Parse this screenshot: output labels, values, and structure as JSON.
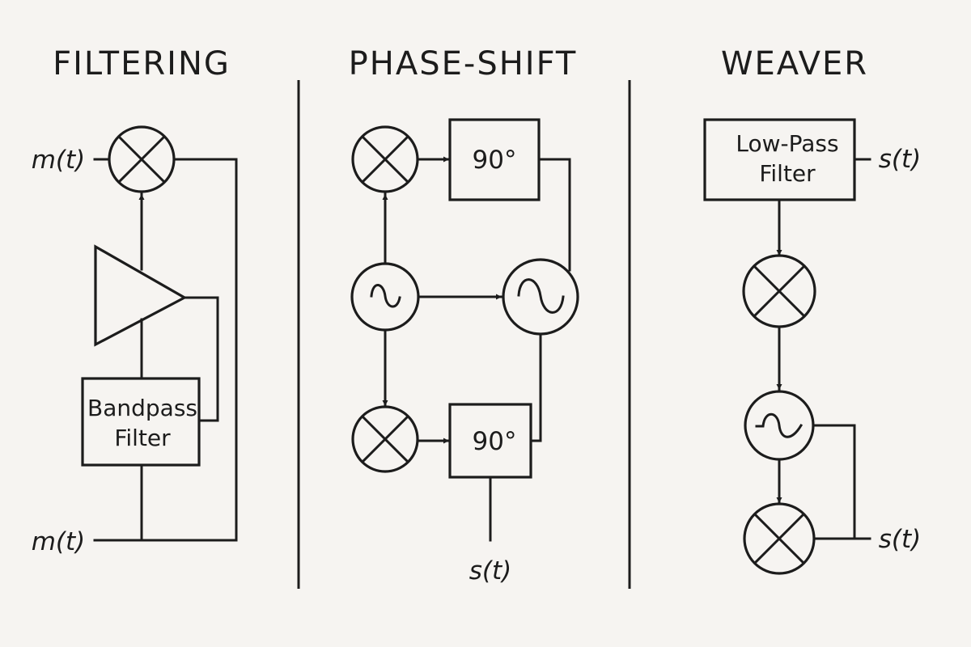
{
  "colors": {
    "background": "#f6f4f1",
    "ink": "#1c1c1c"
  },
  "sections": {
    "filtering": {
      "title": "FILTERING",
      "input_top_label": "m(t)",
      "input_bottom_label": "m(t)",
      "bandpass_line1": "Bandpass",
      "bandpass_line2": "Filter",
      "blocks": [
        "multiplier",
        "amplifier",
        "bandpass-filter"
      ]
    },
    "phase_shift": {
      "title": "PHASE-SHIFT",
      "top_phase_label": "90°",
      "bottom_phase_label": "90°",
      "output_label": "s(t)",
      "blocks": [
        "multiplier",
        "90-degree-shifter",
        "oscillator",
        "oscillator",
        "multiplier",
        "90-degree-shifter"
      ]
    },
    "weaver": {
      "title": "WEAVER",
      "lpf_line1": "Low-Pass",
      "lpf_line2": "Filter",
      "top_output_label": "s(t)",
      "bottom_output_label": "s(t)",
      "blocks": [
        "low-pass-filter",
        "multiplier",
        "oscillator",
        "multiplier"
      ]
    }
  }
}
